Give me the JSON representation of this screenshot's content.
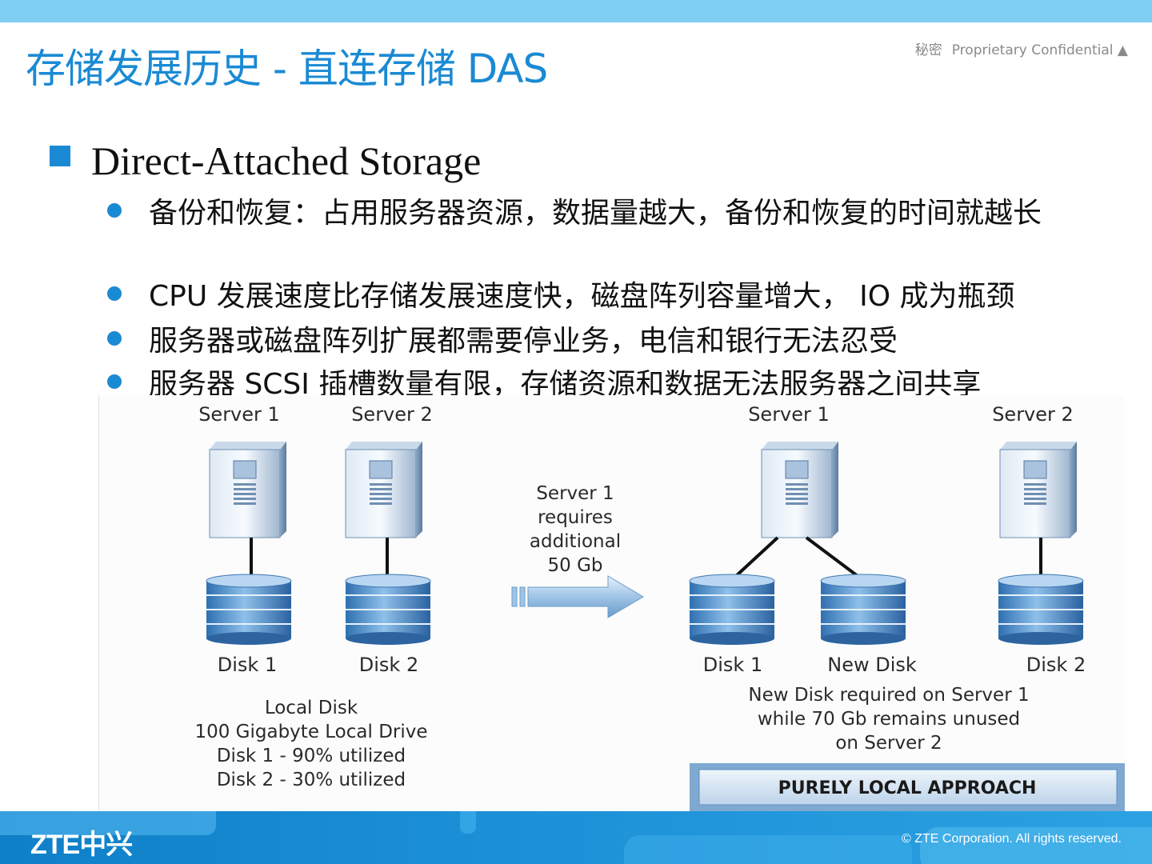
{
  "slide": {
    "title": "存储发展历史 - 直连存储 DAS",
    "confidential_cn": "秘密",
    "confidential_en": "Proprietary Confidential ▲",
    "main_bullet": "Direct-Attached Storage",
    "sub_bullets": [
      "备份和恢复：占用服务器资源，数据量越大，备份和恢复的时间就越长",
      "CPU 发展速度比存储发展速度快，磁盘阵列容量增大， IO 成为瓶颈",
      "服务器或磁盘阵列扩展都需要停业务，电信和银行无法忍受",
      "服务器 SCSI 插槽数量有限，存储资源和数据无法服务器之间共享"
    ]
  },
  "diagram": {
    "left": {
      "server1": "Server 1",
      "server2": "Server 2",
      "disk1": "Disk 1",
      "disk2": "Disk 2",
      "caption": [
        "Local Disk",
        "100 Gigabyte Local Drive",
        "Disk 1 - 90% utilized",
        "Disk 2 - 30% utilized"
      ]
    },
    "arrow_text": [
      "Server 1",
      "requires",
      "additional",
      "50 Gb"
    ],
    "right": {
      "server1": "Server 1",
      "server2": "Server 2",
      "disk1": "Disk 1",
      "new_disk": "New Disk",
      "disk2": "Disk 2",
      "caption": [
        "New Disk required on Server 1",
        "while 70 Gb remains unused",
        "on Server 2"
      ],
      "banner": "PURELY LOCAL APPROACH"
    }
  },
  "footer": {
    "logo": "ZTE中兴",
    "copyright": "© ZTE Corporation. All rights reserved."
  },
  "colors": {
    "accent": "#1a8ad4",
    "top_bar": "#7fcff5",
    "footer": "#1b8fd6"
  }
}
